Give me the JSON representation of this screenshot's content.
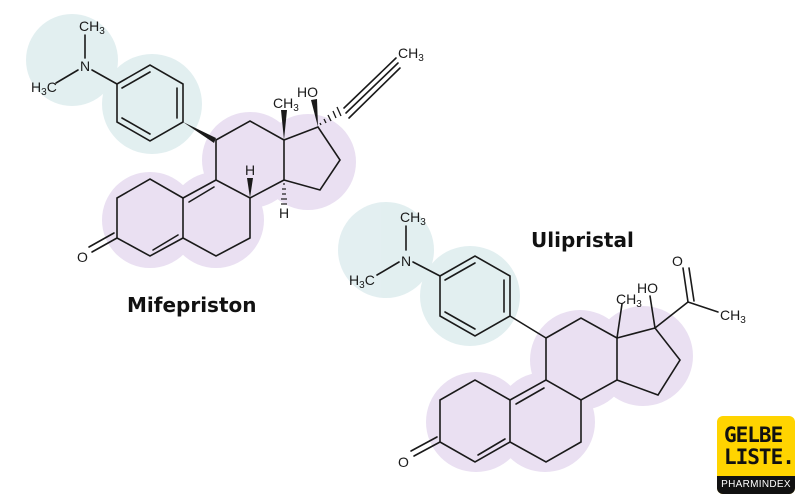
{
  "molecules": [
    {
      "name": "Mifepriston",
      "substituents": {
        "amine": "N",
        "methyl_top": "CH3",
        "methyl_left": "H3C",
        "c13_methyl": "CH3",
        "hydroxyl": "HO",
        "propynyl_methyl": "CH3",
        "ketone_oxygen": "O",
        "h8": "H",
        "h14": "H"
      }
    },
    {
      "name": "Ulipristal",
      "substituents": {
        "amine": "N",
        "methyl_top": "CH3",
        "methyl_left": "H3C",
        "c13_methyl": "CH3",
        "hydroxyl": "HO",
        "acetyl_oxygen": "O",
        "acetyl_methyl": "CH3",
        "ketone_oxygen": "O"
      }
    }
  ],
  "colors": {
    "teal_highlight": "#dcecee",
    "purple_highlight": "#e6dcef",
    "bond": "#1a1a1a",
    "logo_yellow": "#ffd400",
    "logo_black": "#111111"
  },
  "logo": {
    "line1": "GELBE",
    "line2": "LISTE.",
    "bar": "PHARMINDEX"
  }
}
